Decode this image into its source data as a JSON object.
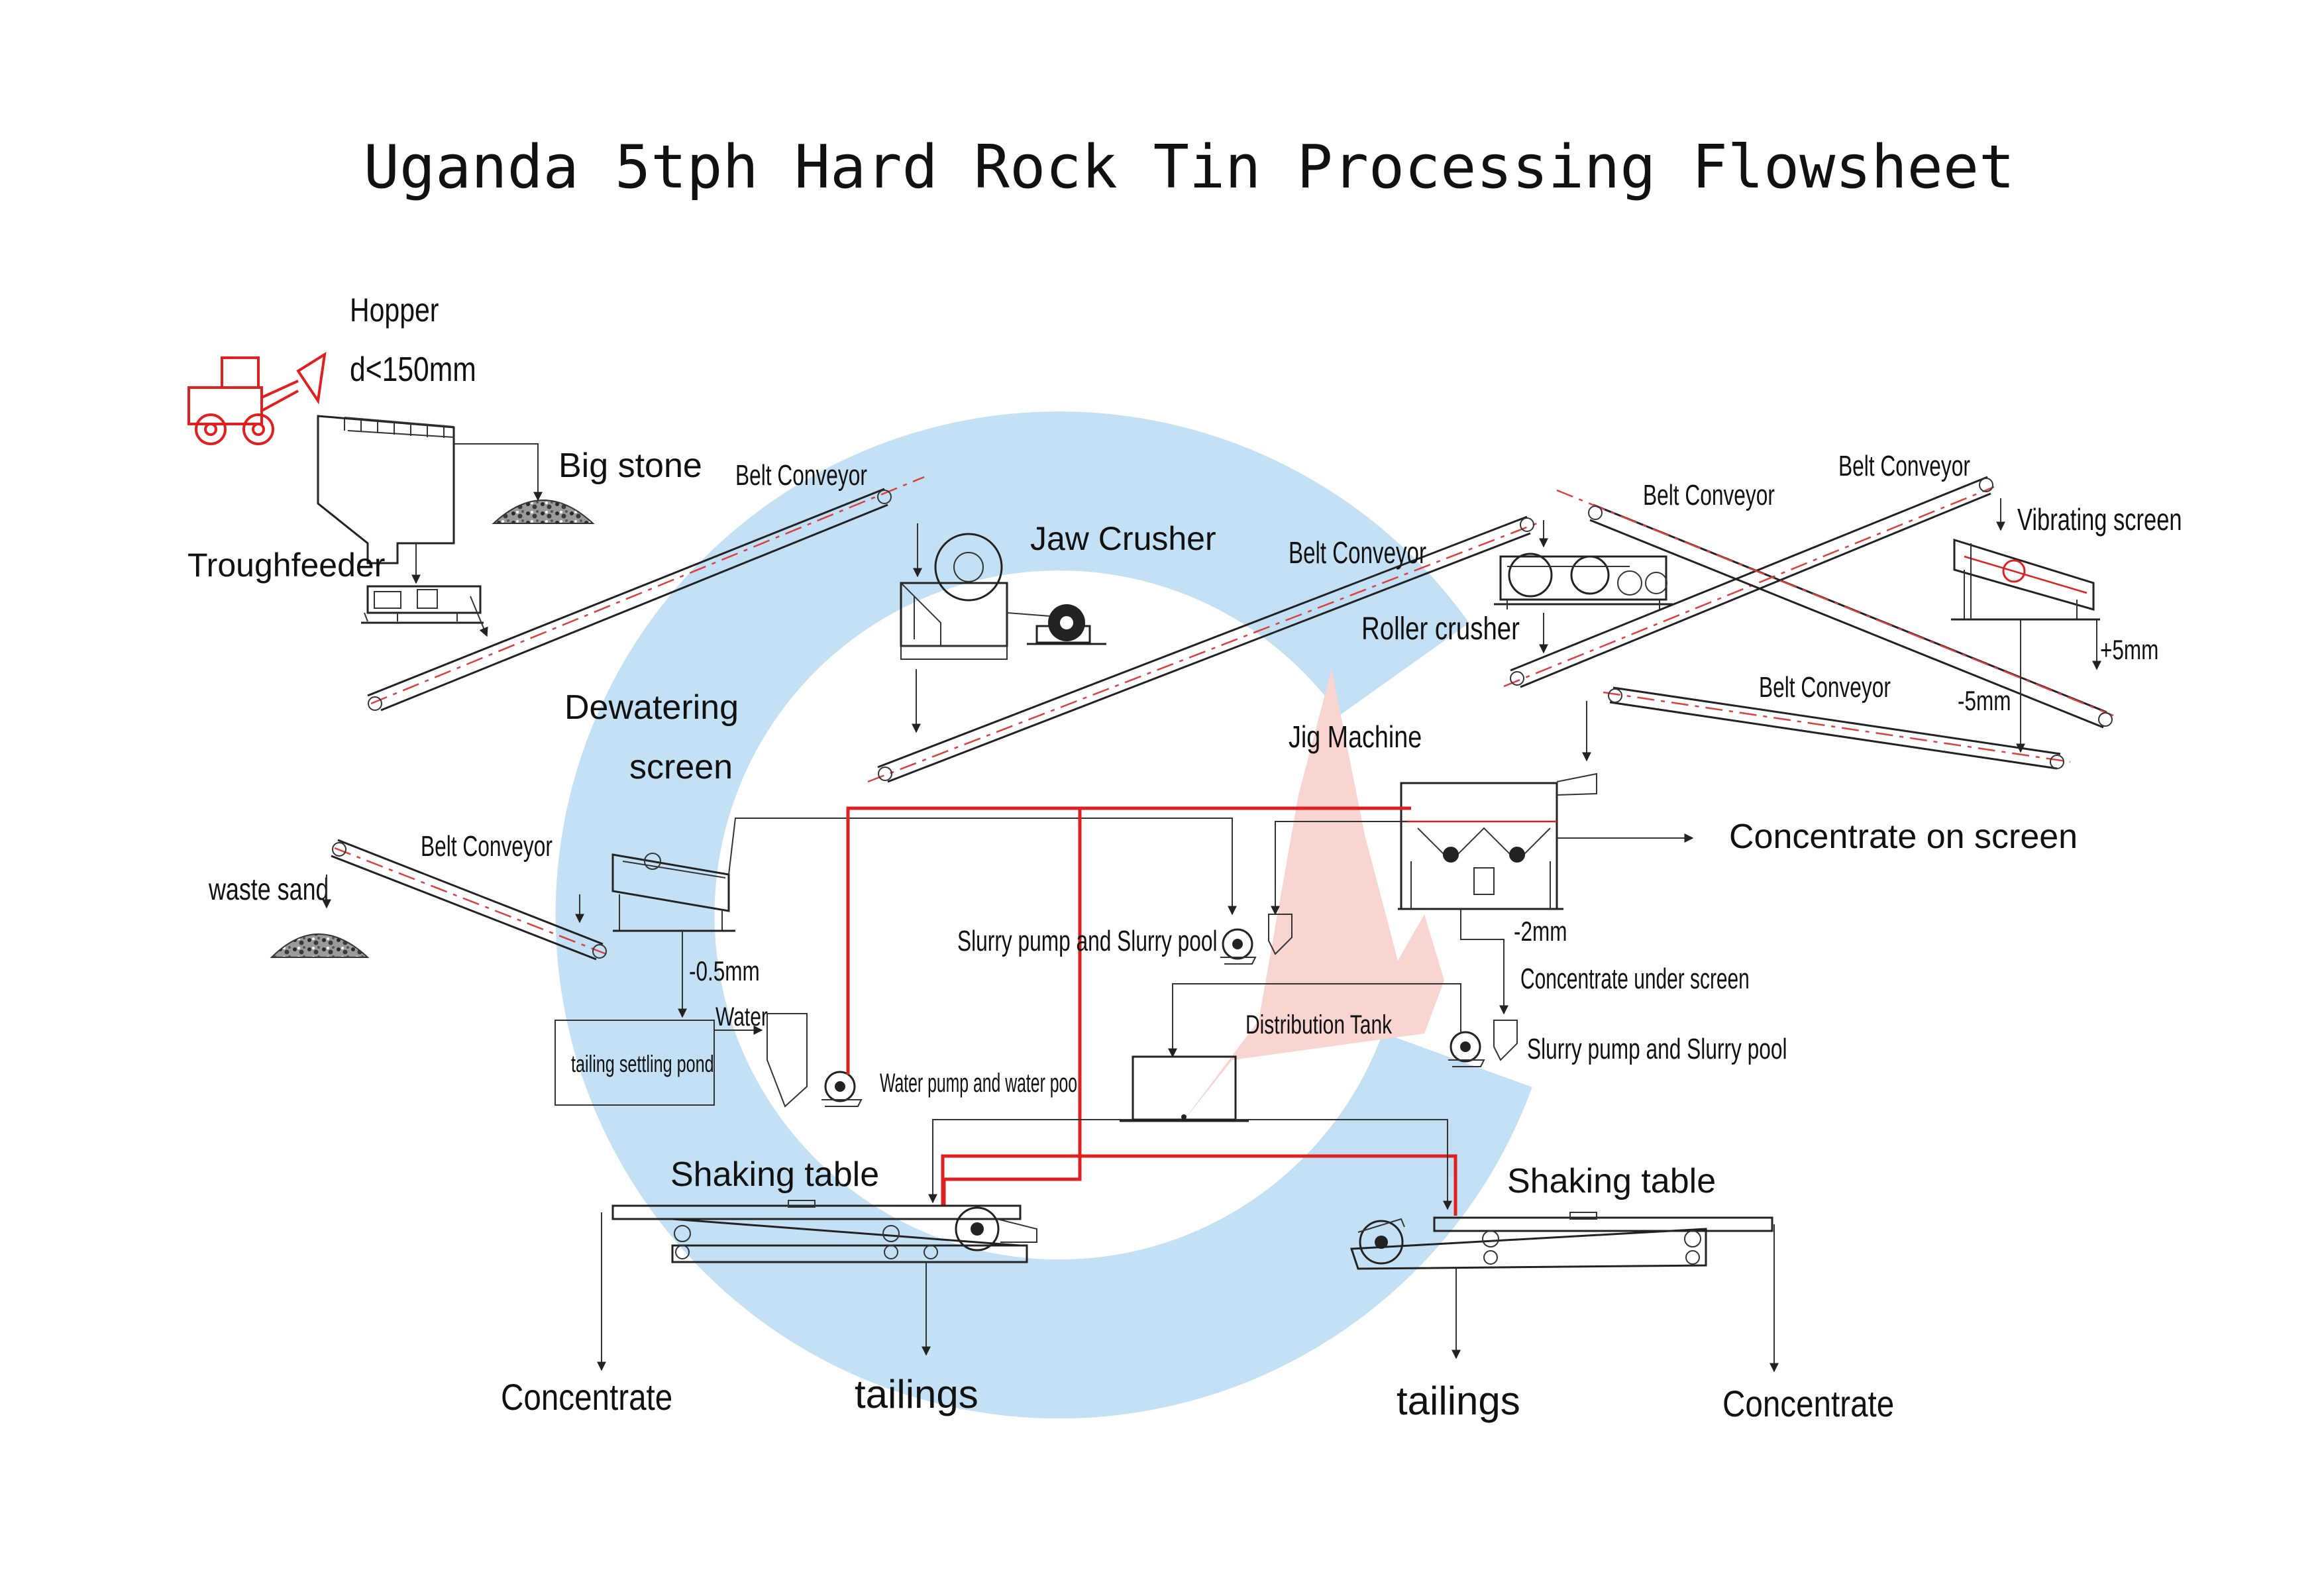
{
  "title": "Uganda 5tph Hard Rock Tin Processing Flowsheet",
  "colors": {
    "line": "#222222",
    "water_line": "#e02020",
    "watermark_blue": "#2a8fd8",
    "watermark_red": "#e86a5a"
  },
  "labels": {
    "hopper": "Hopper",
    "feed_size": "d<150mm",
    "big_stone": "Big stone",
    "troughfeeder": "Troughfeeder",
    "belt_conveyor_1": "Belt Conveyor",
    "jaw_crusher": "Jaw Crusher",
    "belt_conveyor_2": "Belt Conveyor",
    "roller_crusher": "Roller crusher",
    "belt_conveyor_3": "Belt Conveyor",
    "belt_conveyor_4": "Belt Conveyor",
    "vibrating_screen": "Vibrating screen",
    "plus_5mm": "+5mm",
    "minus_5mm": "-5mm",
    "belt_conveyor_5": "Belt Conveyor",
    "dewatering_screen_line1": "Dewatering",
    "dewatering_screen_line2": "screen",
    "jig_machine": "Jig Machine",
    "concentrate_on_screen": "Concentrate on screen",
    "waste_sand": "waste sand",
    "belt_conveyor_6": "Belt Conveyor",
    "slurry_pump_pool_1": "Slurry pump and Slurry pool",
    "minus_2mm": "-2mm",
    "concentrate_under_screen": "Concentrate under screen",
    "minus_05mm": "-0.5mm",
    "water": "Water",
    "tailing_settling_pond": "tailing settling pond",
    "water_pump_pool": "Water pump and water pool",
    "distribution_tank": "Distribution Tank",
    "slurry_pump_pool_2": "Slurry pump and Slurry pool",
    "shaking_table_1": "Shaking table",
    "shaking_table_2": "Shaking table",
    "concentrate_1": "Concentrate",
    "tailings_1": "tailings",
    "tailings_2": "tailings",
    "concentrate_2": "Concentrate"
  },
  "icons": {
    "loader": "wheel-loader-icon",
    "watermark": "company-logo-watermark"
  }
}
